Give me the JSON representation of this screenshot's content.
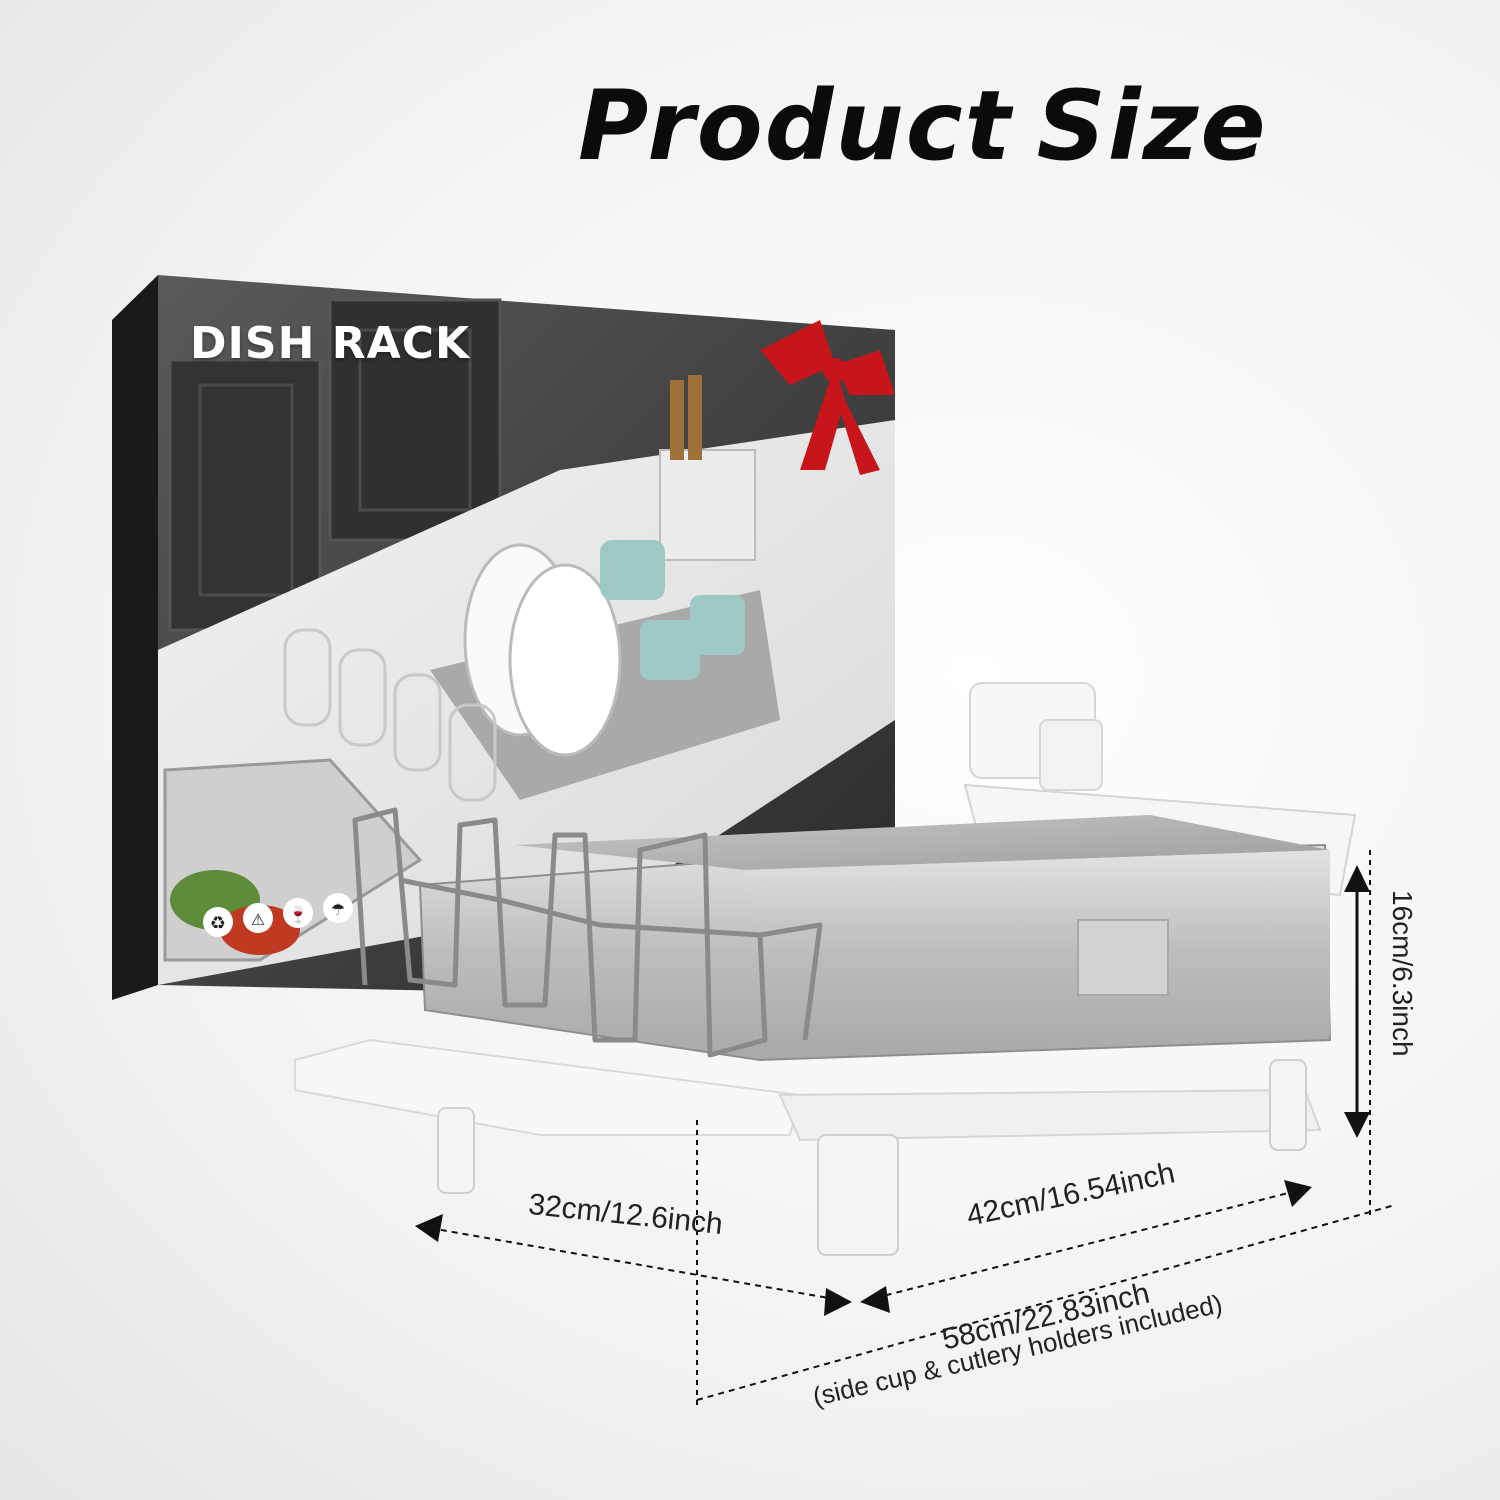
{
  "heading": {
    "word1": "Product",
    "word2": "Size"
  },
  "box": {
    "title": "DISH RACK",
    "icons": [
      "recycle-icon",
      "fragile-icon",
      "glass-icon",
      "umbrella-icon"
    ]
  },
  "dimensions": {
    "height": "16cm/6.3inch",
    "depth": "32cm/12.6inch",
    "width": "42cm/16.54inch",
    "total": "58cm/22.83inch",
    "total_note": "(side cup & cutlery holders included)"
  },
  "colors": {
    "box_dark": "#2a2a2a",
    "ribbon": "#c8151b",
    "steel": "#b8b8b8",
    "white_plastic": "#f5f5f5"
  }
}
